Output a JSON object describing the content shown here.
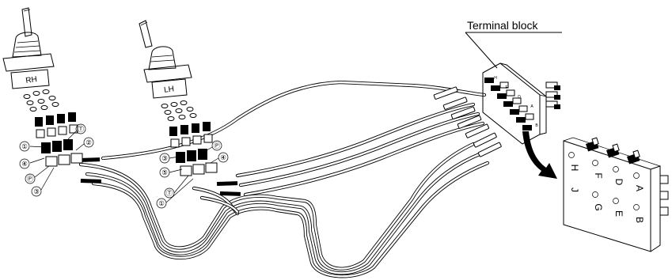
{
  "terminal_block": {
    "label": "Terminal block"
  },
  "joysticks": [
    {
      "id": "right",
      "label": "RH"
    },
    {
      "id": "left",
      "label": "LH"
    }
  ],
  "right_ports": [
    "①",
    "④",
    "Ⓟ",
    "③",
    "Ⓣ",
    "②"
  ],
  "left_ports": [
    "③",
    "⑤",
    "Ⓣ",
    "①",
    "Ⓟ",
    "④"
  ],
  "block_small_labels": [
    "H",
    "F",
    "D",
    "A",
    "B"
  ],
  "panel_letters": {
    "col1": [
      "H",
      "J"
    ],
    "col2": [
      "F",
      "G"
    ],
    "col3": [
      "D",
      "E"
    ],
    "col4": [
      "A",
      "B"
    ]
  }
}
